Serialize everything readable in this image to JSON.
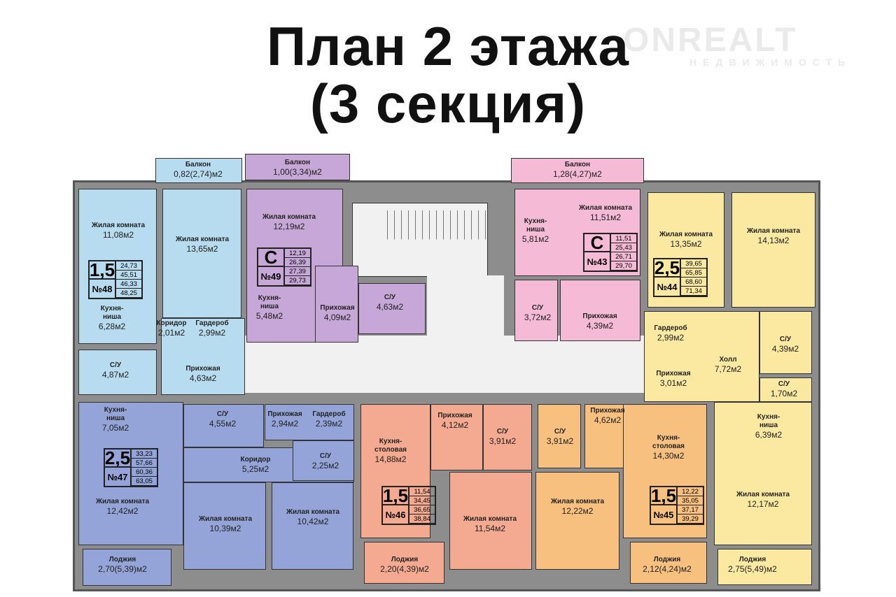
{
  "title": {
    "line1": "План 2 этажа",
    "line2": "(3 секция)"
  },
  "watermark": {
    "logo": "ONREALT",
    "sub": "НЕДВИЖИМОСТЬ"
  },
  "apartments": [
    {
      "no": "№48",
      "type": "1,5",
      "color": "#b8dcef",
      "areas": [
        "24,73",
        "45,51",
        "46,33",
        "48,25"
      ],
      "rooms": [
        {
          "name": "Балкон",
          "area": "0,82(2,74)м2"
        },
        {
          "name": "Жилая комната",
          "area": "11,08м2"
        },
        {
          "name": "Жилая комната",
          "area": "13,65м2"
        },
        {
          "name": "Кухня-\nниша",
          "area": "6,28м2"
        },
        {
          "name": "Коридор",
          "area": "2,01м2"
        },
        {
          "name": "Гардероб",
          "area": "2,99м2"
        },
        {
          "name": "С/У",
          "area": "4,87м2"
        },
        {
          "name": "Прихожая",
          "area": "4,63м2"
        }
      ]
    },
    {
      "no": "№49",
      "type": "С",
      "color": "#c6a7d7",
      "areas": [
        "12,19",
        "26,39",
        "27,39",
        "29,73"
      ],
      "rooms": [
        {
          "name": "Балкон",
          "area": "1,00(3,34)м2"
        },
        {
          "name": "Жилая комната",
          "area": "12,19м2"
        },
        {
          "name": "Кухня-\nниша",
          "area": "5,48м2"
        },
        {
          "name": "Прихожая",
          "area": "4,09м2"
        },
        {
          "name": "С/У",
          "area": "4,63м2"
        }
      ]
    },
    {
      "no": "№43",
      "type": "С",
      "color": "#f5bad5",
      "areas": [
        "11,51",
        "25,43",
        "26,71",
        "29,70"
      ],
      "rooms": [
        {
          "name": "Балкон",
          "area": "1,28(4,27)м2"
        },
        {
          "name": "Кухня-\nниша",
          "area": "5,81м2"
        },
        {
          "name": "Жилая комната",
          "area": "11,51м2"
        },
        {
          "name": "С/У",
          "area": "3,72м2"
        },
        {
          "name": "Прихожая",
          "area": "4,39м2"
        }
      ]
    },
    {
      "no": "№44",
      "type": "2,5",
      "color": "#fbe9a2",
      "areas": [
        "39,65",
        "65,85",
        "68,60",
        "71,34"
      ],
      "rooms": [
        {
          "name": "Жилая комната",
          "area": "13,35м2"
        },
        {
          "name": "Жилая комната",
          "area": "14,13м2"
        },
        {
          "name": "Гардероб",
          "area": "2,99м2"
        },
        {
          "name": "Холл",
          "area": "7,72м2"
        },
        {
          "name": "Прихожая",
          "area": "3,01м2"
        },
        {
          "name": "С/У",
          "area": "4,39м2"
        },
        {
          "name": "С/У",
          "area": "1,70м2"
        },
        {
          "name": "Кухня-\nниша",
          "area": "6,39м2"
        },
        {
          "name": "Жилая комната",
          "area": "12,17м2"
        },
        {
          "name": "Лоджия",
          "area": "2,75(5,49)м2"
        }
      ]
    },
    {
      "no": "№47",
      "type": "2,5",
      "color": "#95a4d8",
      "areas": [
        "33,23",
        "57,66",
        "60,36",
        "63,05"
      ],
      "rooms": [
        {
          "name": "Кухня-\nниша",
          "area": "7,05м2"
        },
        {
          "name": "Жилая комната",
          "area": "12,42м2"
        },
        {
          "name": "С/У",
          "area": "4,55м2"
        },
        {
          "name": "Прихожая",
          "area": "2,94м2"
        },
        {
          "name": "Гардероб",
          "area": "2,39м2"
        },
        {
          "name": "Коридор",
          "area": "5,25м2"
        },
        {
          "name": "С/У",
          "area": "2,25м2"
        },
        {
          "name": "Жилая комната",
          "area": "10,39м2"
        },
        {
          "name": "Жилая комната",
          "area": "10,42м2"
        },
        {
          "name": "Лоджия",
          "area": "2,70(5,39)м2"
        }
      ]
    },
    {
      "no": "№46",
      "type": "1,5",
      "color": "#f4a991",
      "areas": [
        "11,54",
        "34,45",
        "36,65",
        "38,84"
      ],
      "rooms": [
        {
          "name": "Кухня-\nстоловая",
          "area": "14,88м2"
        },
        {
          "name": "Прихожая",
          "area": "4,12м2"
        },
        {
          "name": "С/У",
          "area": "3,91м2"
        },
        {
          "name": "Жилая комната",
          "area": "11,54м2"
        },
        {
          "name": "Лоджия",
          "area": "2,20(4,39)м2"
        }
      ]
    },
    {
      "no": "№45",
      "type": "1,5",
      "color": "#f8c07f",
      "areas": [
        "12,22",
        "35,05",
        "37,17",
        "39,29"
      ],
      "rooms": [
        {
          "name": "С/У",
          "area": "3,91м2"
        },
        {
          "name": "Прихожая",
          "area": "4,62м2"
        },
        {
          "name": "Кухня-\nстоловая",
          "area": "14,30м2"
        },
        {
          "name": "Жилая комната",
          "area": "12,22м2"
        },
        {
          "name": "Лоджия",
          "area": "2,12(4,24)м2"
        }
      ]
    }
  ],
  "common_color": "#f1f1f1"
}
